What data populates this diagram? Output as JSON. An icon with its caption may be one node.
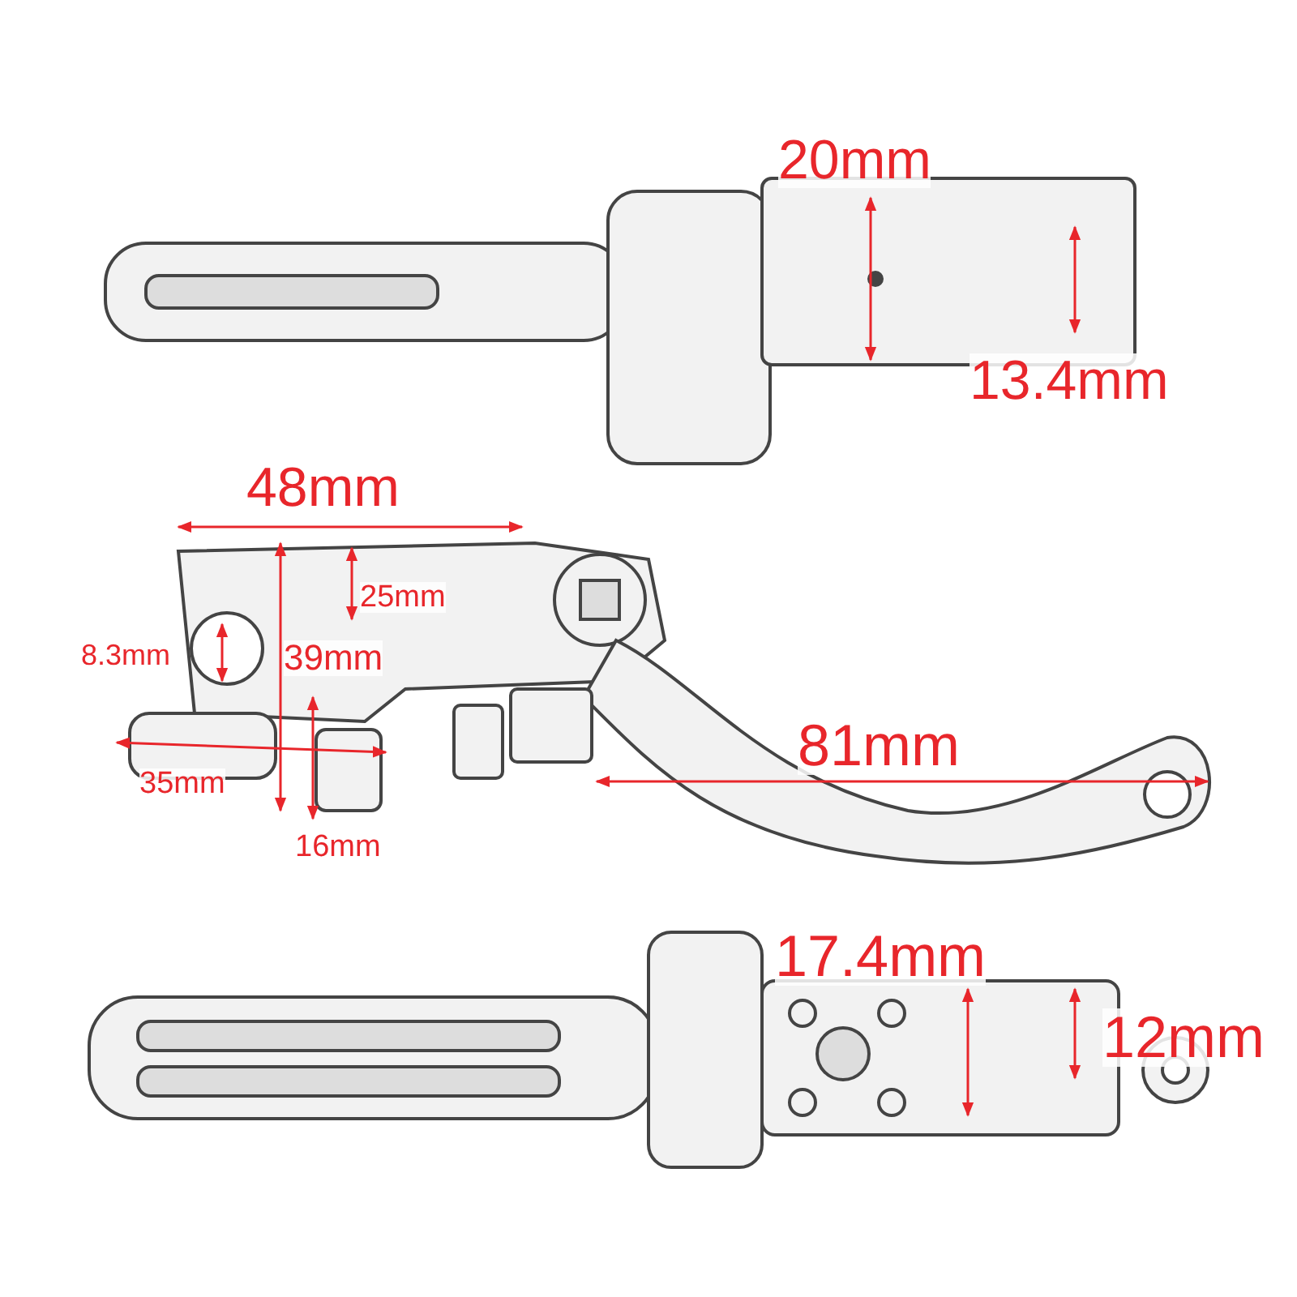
{
  "diagram": {
    "labels": [
      "20mm",
      "13.4mm",
      "48mm",
      "25mm",
      "8.3mm",
      "39mm",
      "35mm",
      "16mm",
      "81mm",
      "17.4mm",
      "12mm"
    ]
  }
}
